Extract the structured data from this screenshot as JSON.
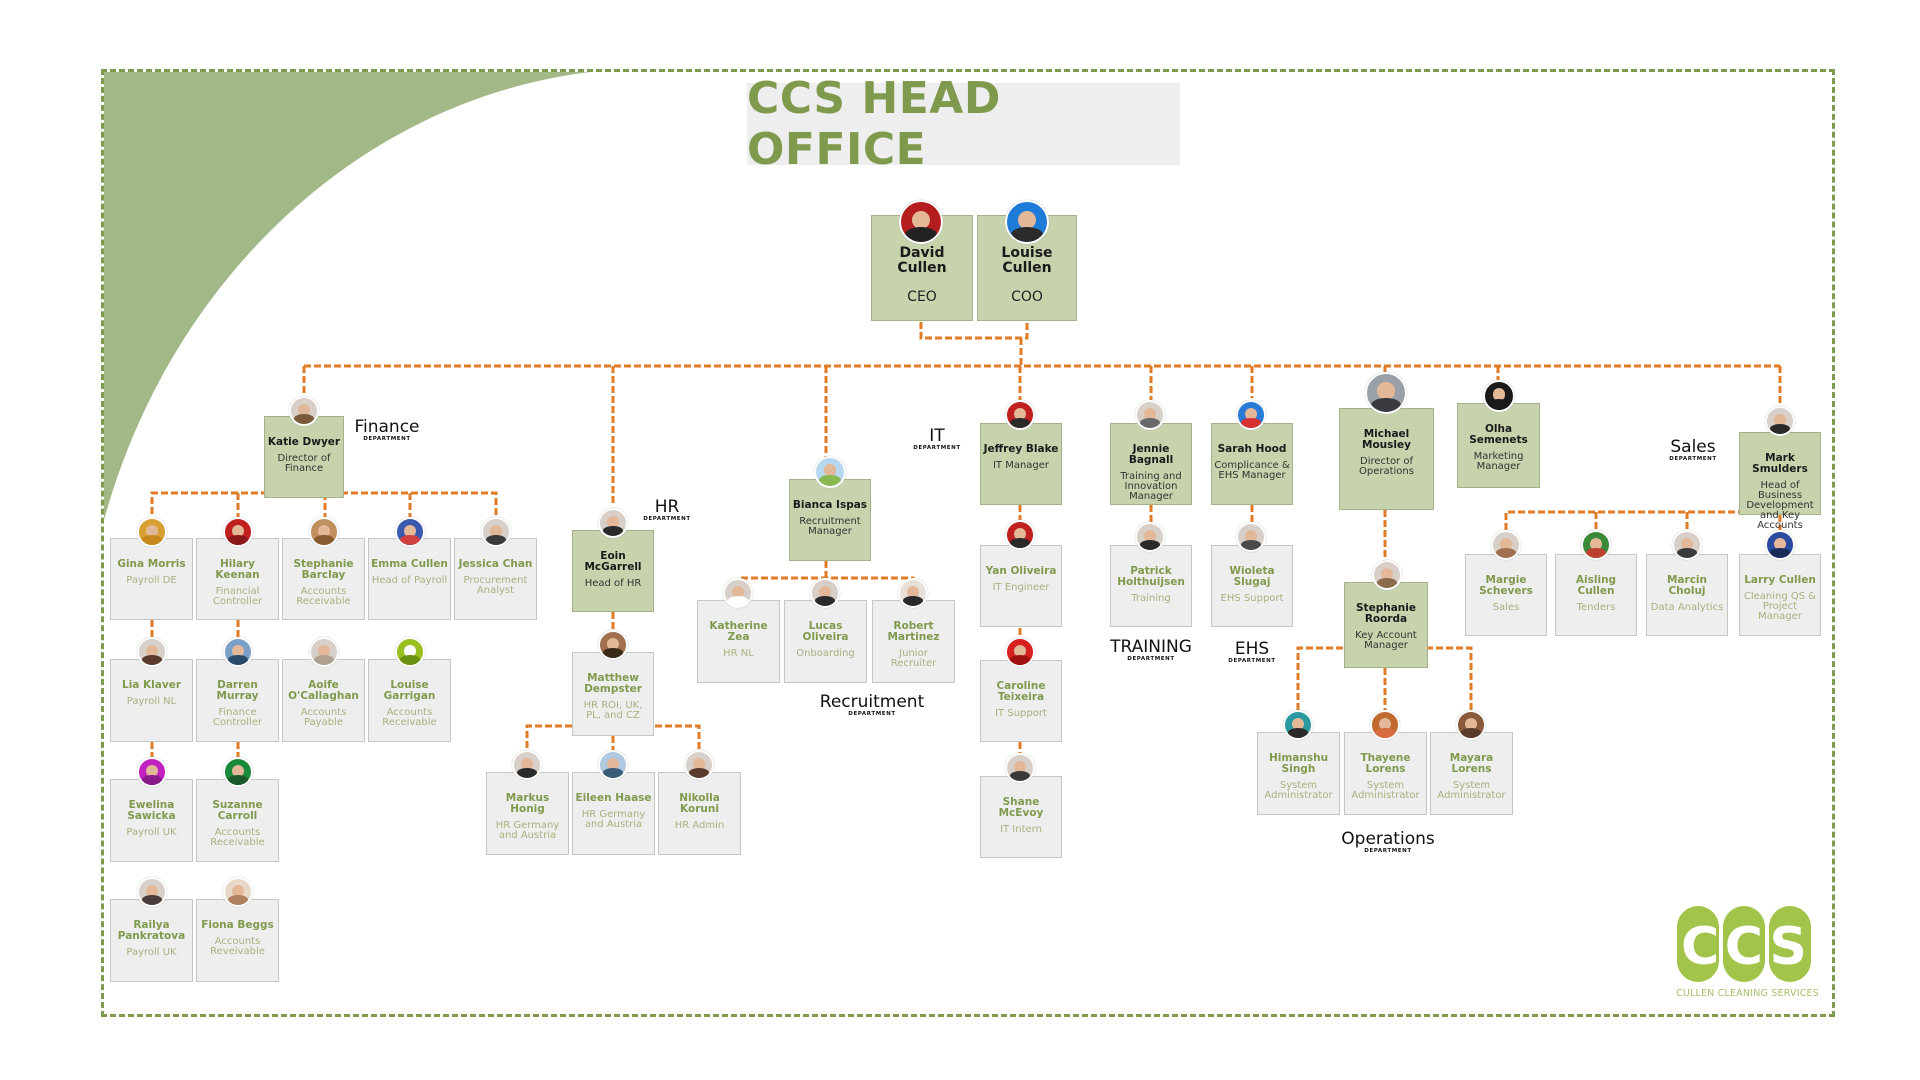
{
  "title": "CCS HEAD OFFICE",
  "colors": {
    "accent": "#7f9a4d",
    "connector": "#e07b26",
    "card_green": "#c6d3ad",
    "card_grey": "#eeeeee"
  },
  "executives": [
    {
      "name": "David Cullen",
      "role": "CEO"
    },
    {
      "name": "Louise Cullen",
      "role": "COO"
    }
  ],
  "departments": {
    "finance": {
      "name": "Finance",
      "sub": "DEPARTMENT"
    },
    "hr": {
      "name": "HR",
      "sub": "DEPARTMENT"
    },
    "recruitment": {
      "name": "Recruitment",
      "sub": "DEPARTMENT"
    },
    "it": {
      "name": "IT",
      "sub": "DEPARTMENT"
    },
    "training": {
      "name": "TRAINING",
      "sub": "DEPARTMENT"
    },
    "ehs": {
      "name": "EHS",
      "sub": "DEPARTMENT"
    },
    "operations": {
      "name": "Operations",
      "sub": "DEPARTMENT"
    },
    "sales": {
      "name": "Sales",
      "sub": "DEPARTMENT"
    }
  },
  "people": {
    "katie_dwyer": {
      "name": "Katie Dwyer",
      "role": "Director of Finance"
    },
    "gina_morris": {
      "name": "Gina Morris",
      "role": "Payroll DE"
    },
    "hilary_keenan": {
      "name": "Hilary Keenan",
      "role": "Financial Controller"
    },
    "stephanie_barclay": {
      "name": "Stephanie Barclay",
      "role": "Accounts Receivable"
    },
    "emma_cullen": {
      "name": "Emma Cullen",
      "role": "Head of Payroll"
    },
    "jessica_chan": {
      "name": "Jessica Chan",
      "role": "Procurement Analyst"
    },
    "lia_klaver": {
      "name": "Lia Klaver",
      "role": "Payroll NL"
    },
    "darren_murray": {
      "name": "Darren Murray",
      "role": "Finance Controller"
    },
    "aoife_ocallaghan": {
      "name": "Aoife O'Callaghan",
      "role": "Accounts Payable"
    },
    "louise_garrigan": {
      "name": "Louise Garrigan",
      "role": "Accounts Receivable"
    },
    "ewelina_sawicka": {
      "name": "Ewelina Sawicka",
      "role": "Payroll UK"
    },
    "suzanne_carroll": {
      "name": "Suzanne Carroll",
      "role": "Accounts Receivable"
    },
    "railya_pankratova": {
      "name": "Railya Pankratova",
      "role": "Payroll UK"
    },
    "fiona_beggs": {
      "name": "Fiona Beggs",
      "role": "Accounts Reveivable"
    },
    "eoin_mcgarrell": {
      "name": "Eoin McGarrell",
      "role": "Head of HR"
    },
    "matthew_dempster": {
      "name": "Matthew Dempster",
      "role": "HR ROI, UK, PL, and CZ"
    },
    "markus_honig": {
      "name": "Markus Honig",
      "role": "HR Germany and Austria"
    },
    "eileen_haase": {
      "name": "Eileen Haase",
      "role": "HR Germany and Austria"
    },
    "nikolla_koruni": {
      "name": "Nikolla Koruni",
      "role": "HR Admin"
    },
    "bianca_ispas": {
      "name": "Bianca Ispas",
      "role": "Recruitment Manager"
    },
    "katherine_zea": {
      "name": "Katherine Zea",
      "role": "HR NL"
    },
    "lucas_oliveira": {
      "name": "Lucas Oliveira",
      "role": "Onboarding"
    },
    "robert_martinez": {
      "name": "Robert Martinez",
      "role": "Junior Recruiter"
    },
    "jeffrey_blake": {
      "name": "Jeffrey Blake",
      "role": "IT Manager"
    },
    "yan_oliveira": {
      "name": "Yan Oliveira",
      "role": "IT Engineer"
    },
    "caroline_teixeira": {
      "name": "Caroline Teixeira",
      "role": "IT Support"
    },
    "shane_mcevoy": {
      "name": "Shane McEvoy",
      "role": "IT Intern"
    },
    "jennie_bagnall": {
      "name": "Jennie Bagnall",
      "role": "Training and Innovation Manager"
    },
    "patrick_holthuijsen": {
      "name": "Patrick Holthuijsen",
      "role": "Training"
    },
    "sarah_hood": {
      "name": "Sarah Hood",
      "role": "Complicance & EHS Manager"
    },
    "wioleta_slugaj": {
      "name": "Wioleta Slugaj",
      "role": "EHS Support"
    },
    "michael_mousley": {
      "name": "Michael Mousley",
      "role": "Director of Operations"
    },
    "stephanie_roorda": {
      "name": "Stephanie Roorda",
      "role": "Key Account Manager"
    },
    "himanshu_singh": {
      "name": "Himanshu Singh",
      "role": "System Administrator"
    },
    "thayene_lorens": {
      "name": "Thayene Lorens",
      "role": "System Administrator"
    },
    "mayara_lorens": {
      "name": "Mayara Lorens",
      "role": "System Administrator"
    },
    "olha_semenets": {
      "name": "Olha Semenets",
      "role": "Marketing Manager"
    },
    "mark_smulders": {
      "name": "Mark Smulders",
      "role": "Head of Business Development and Key Accounts"
    },
    "margie_schevers": {
      "name": "Margie Schevers",
      "role": "Sales"
    },
    "aisling_cullen": {
      "name": "Aisling Cullen",
      "role": "Tenders"
    },
    "marcin_choluj": {
      "name": "Marcin Choluj",
      "role": "Data Analytics"
    },
    "larry_cullen": {
      "name": "Larry Cullen",
      "role": "Cleaning QS & Project Manager"
    }
  },
  "logo": {
    "text": "CCS",
    "subtitle": "CULLEN CLEANING SERVICES"
  }
}
